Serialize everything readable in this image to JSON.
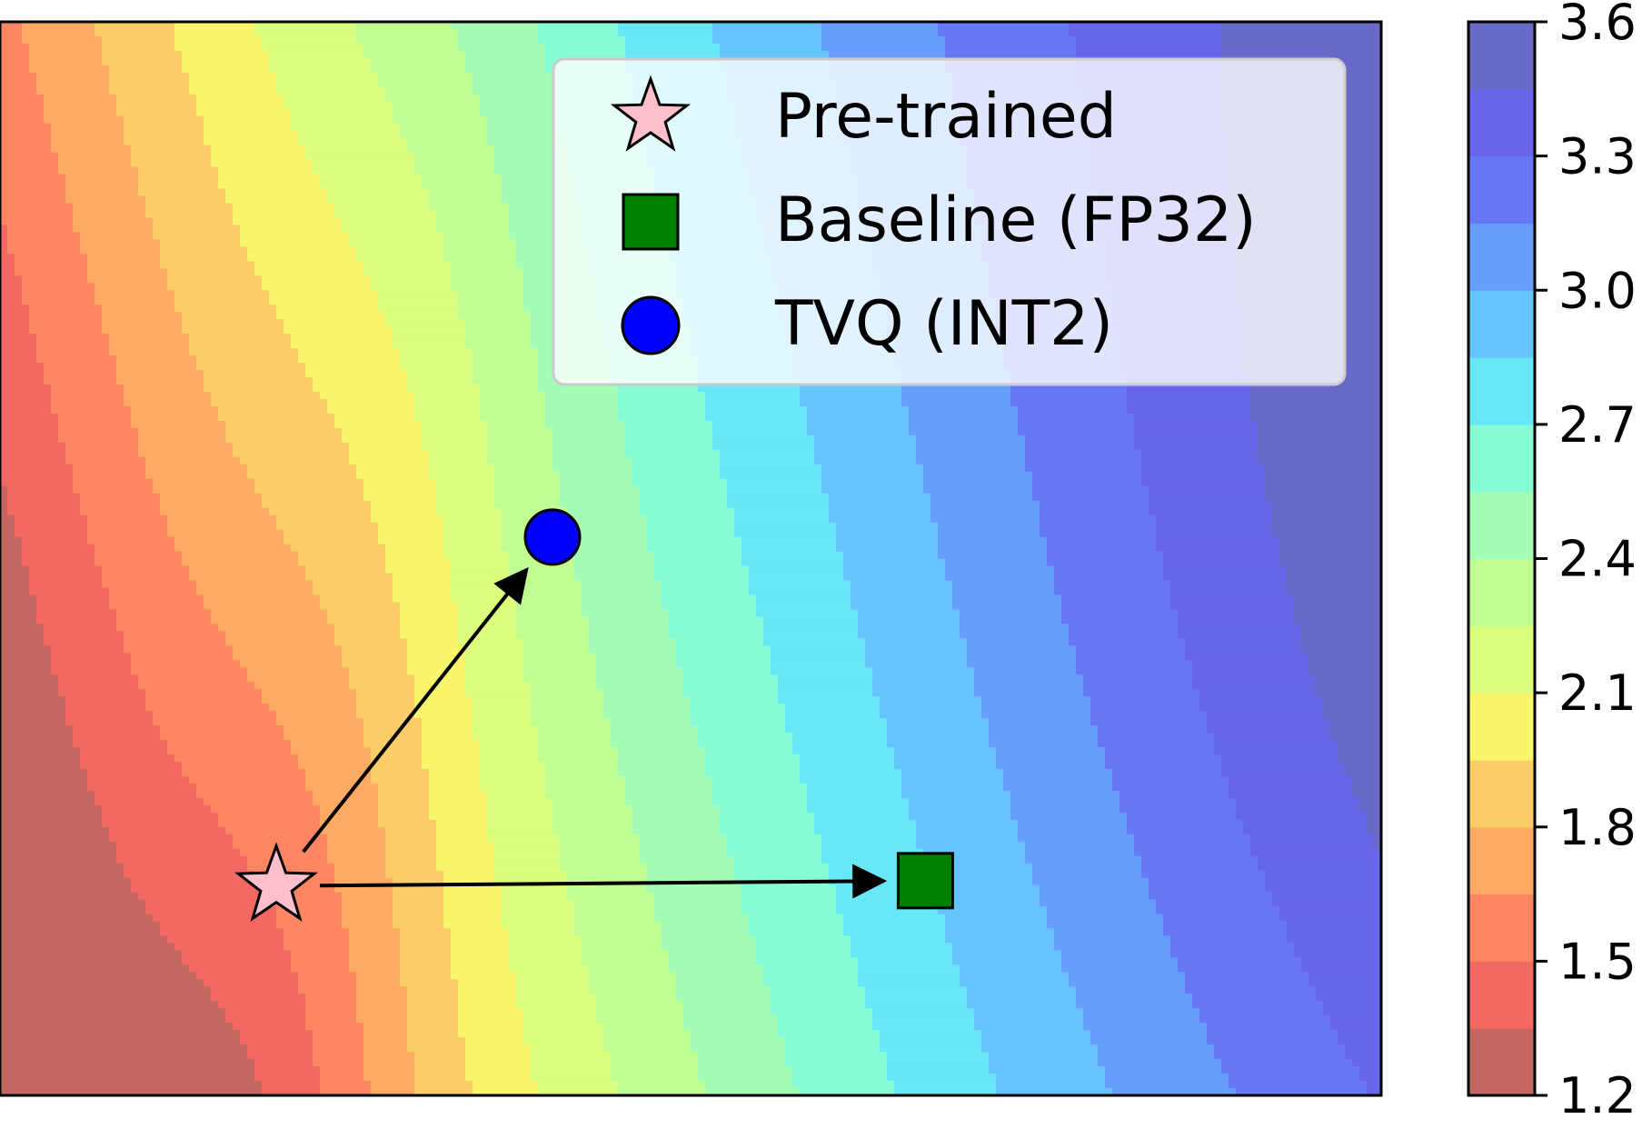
{
  "chart_data": {
    "type": "contour",
    "title": "",
    "xlabel": "",
    "ylabel": "",
    "xlim": [
      0,
      1
    ],
    "ylim": [
      0,
      1
    ],
    "axis_ticks_visible": false,
    "grid": false,
    "colormap": "rainbow",
    "colorbar": {
      "ticks": [
        1.2,
        1.5,
        1.8,
        2.1,
        2.4,
        2.7,
        3.0,
        3.3,
        3.6
      ],
      "tick_labels": [
        "1.2",
        "1.5",
        "1.8",
        "2.1",
        "2.4",
        "2.7",
        "3.0",
        "3.3",
        "3.6"
      ],
      "levels": [
        1.2,
        1.35,
        1.5,
        1.65,
        1.8,
        1.95,
        2.1,
        2.25,
        2.4,
        2.55,
        2.7,
        2.85,
        3.0,
        3.15,
        3.3,
        3.45,
        3.6
      ],
      "level_colors": [
        "#c46662",
        "#f26964",
        "#fe8662",
        "#fdab62",
        "#fbcd69",
        "#f9f56c",
        "#dbfe7c",
        "#c0fe94",
        "#a3fdb5",
        "#86fdd7",
        "#68e7f6",
        "#66c4fd",
        "#679efd",
        "#6678f6",
        "#6766eb",
        "#6869c9"
      ]
    },
    "points": [
      {
        "name": "Pre-trained",
        "x": 0.2,
        "y": 0.195,
        "marker": "star",
        "color": "#ffc0cb"
      },
      {
        "name": "Baseline (FP32)",
        "x": 0.67,
        "y": 0.2,
        "marker": "square",
        "color": "#008000"
      },
      {
        "name": "TVQ (INT2)",
        "x": 0.4,
        "y": 0.52,
        "marker": "circle",
        "color": "#0000ff"
      }
    ],
    "arrows": [
      {
        "from": "Pre-trained",
        "to": "TVQ (INT2)"
      },
      {
        "from": "Pre-trained",
        "to": "Baseline (FP32)"
      }
    ],
    "legend": {
      "placement": "upper-right",
      "entries": [
        "Pre-trained",
        "Baseline (FP32)",
        "TVQ (INT2)"
      ]
    }
  }
}
